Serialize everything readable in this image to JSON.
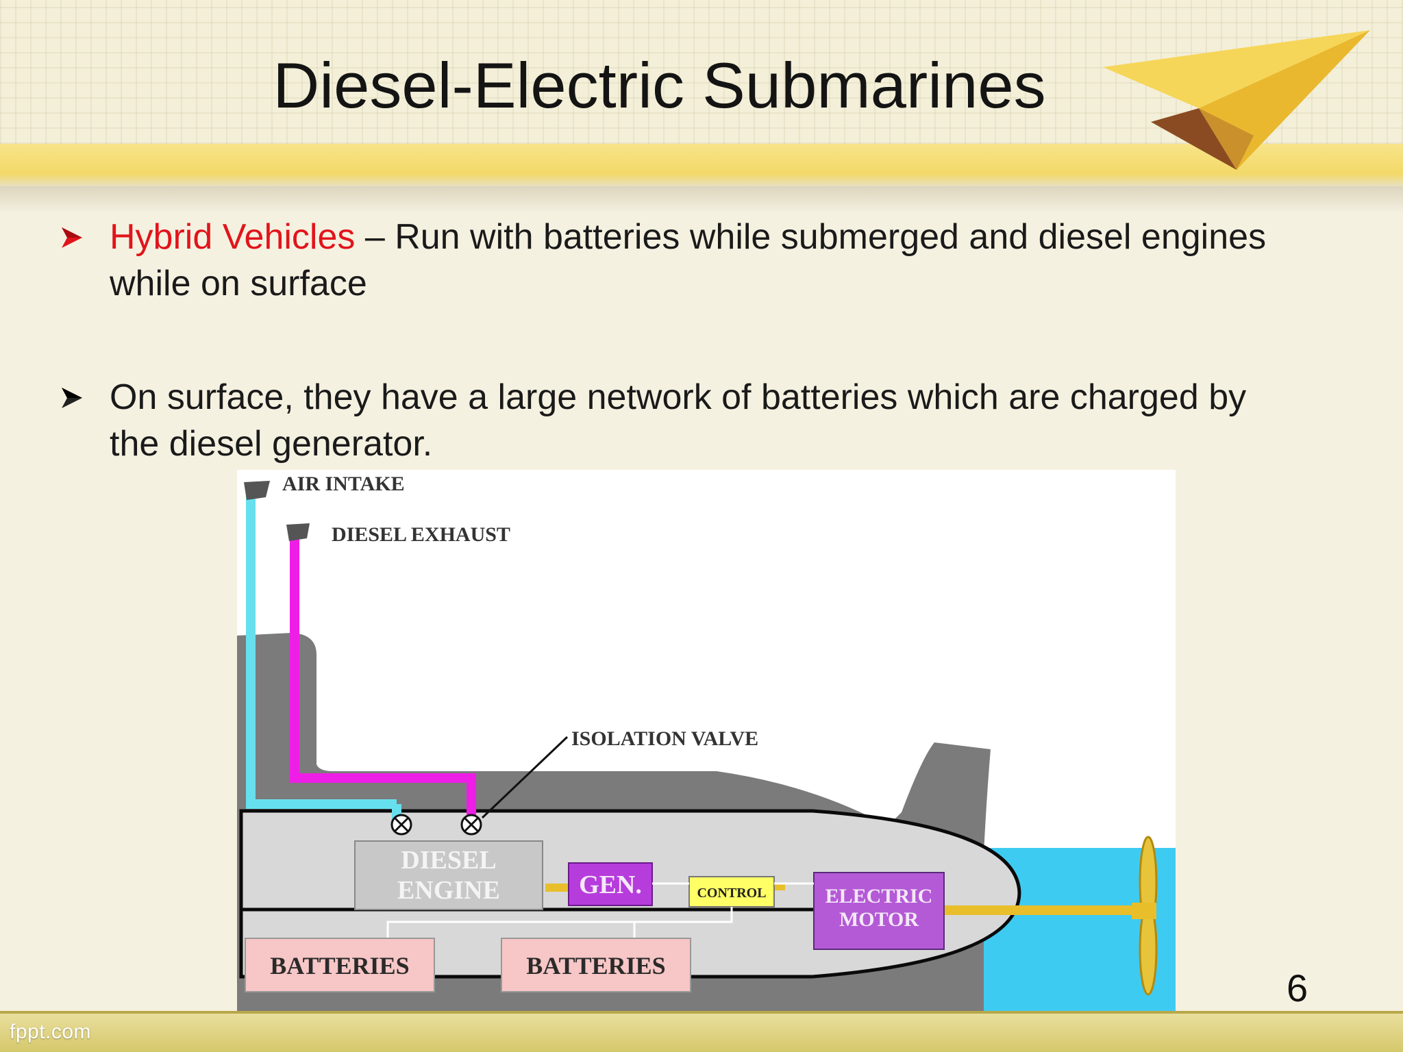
{
  "slide": {
    "title": "Diesel-Electric Submarines",
    "bullets": [
      {
        "highlight": "Hybrid Vehicles",
        "text": " – Run with batteries while submerged and diesel engines while on surface"
      },
      {
        "text": "On surface, they have a large network of batteries which are charged by the diesel generator."
      }
    ],
    "page_number": "6",
    "logo": "fppt.com"
  },
  "diagram": {
    "labels": {
      "air_intake": "AIR INTAKE",
      "diesel_exhaust": "DIESEL EXHAUST",
      "isolation_valve": "ISOLATION VALVE",
      "diesel_engine_1": "DIESEL",
      "diesel_engine_2": "ENGINE",
      "generator": "GEN.",
      "control": "CONTROL",
      "electric_motor_1": "ELECTRIC",
      "electric_motor_2": "MOTOR",
      "batteries_left": "BATTERIES",
      "batteries_right": "BATTERIES"
    },
    "colors": {
      "air_pipe": "#66e0ee",
      "exhaust_pipe": "#ee1ee6",
      "hull": "#7b7b7b",
      "interior": "#d8d8d8",
      "water": "#3ecbf2",
      "engine": "#c8c8c8",
      "generator": "#b63cdc",
      "control": "#ffff66",
      "motor": "#b45ad6",
      "batteries": "#f7c6c6",
      "shaft": "#e8bf2a"
    }
  }
}
